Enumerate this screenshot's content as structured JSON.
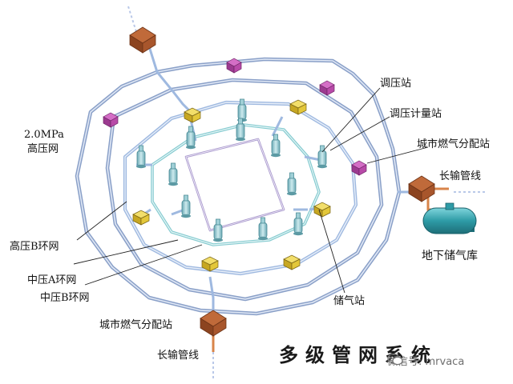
{
  "labels": {
    "pressure_regulating_station": "调压站",
    "regulating_metering_station": "调压计量站",
    "high_pressure_main_value": "2.0MPa",
    "high_pressure_main_name": "高压网",
    "city_distribution_station": "城市燃气分配站",
    "long_pipeline": "长输管线",
    "underground_storage": "地下储气库",
    "high_pressure_b_ring": "高压B环网",
    "medium_pressure_a_ring": "中压A环网",
    "medium_pressure_b_ring": "中压B环网",
    "gas_storage_station": "储气站",
    "city_distribution_station_bottom": "城市燃气分配站",
    "long_pipeline_bottom": "长输管线"
  },
  "title": "多级管网系统",
  "watermark": "微信号: mrvaca",
  "colors": {
    "outer_network": "#9aaed6",
    "ring_b_network": "#a9c2e3",
    "medium_a_network": "#9fd6d8",
    "medium_b_network": "#b9a9d4",
    "station_house": "#a8562c",
    "metering_station": "#b84aa8",
    "gas_storage": "#e3c73a",
    "regulator": "#8fc4cc",
    "underground_tank": "#2e9ba6"
  },
  "icons": [
    "house-icon",
    "regulator-icon",
    "metering-station-icon",
    "gas-storage-icon",
    "storage-tank-icon",
    "wechat-icon"
  ]
}
